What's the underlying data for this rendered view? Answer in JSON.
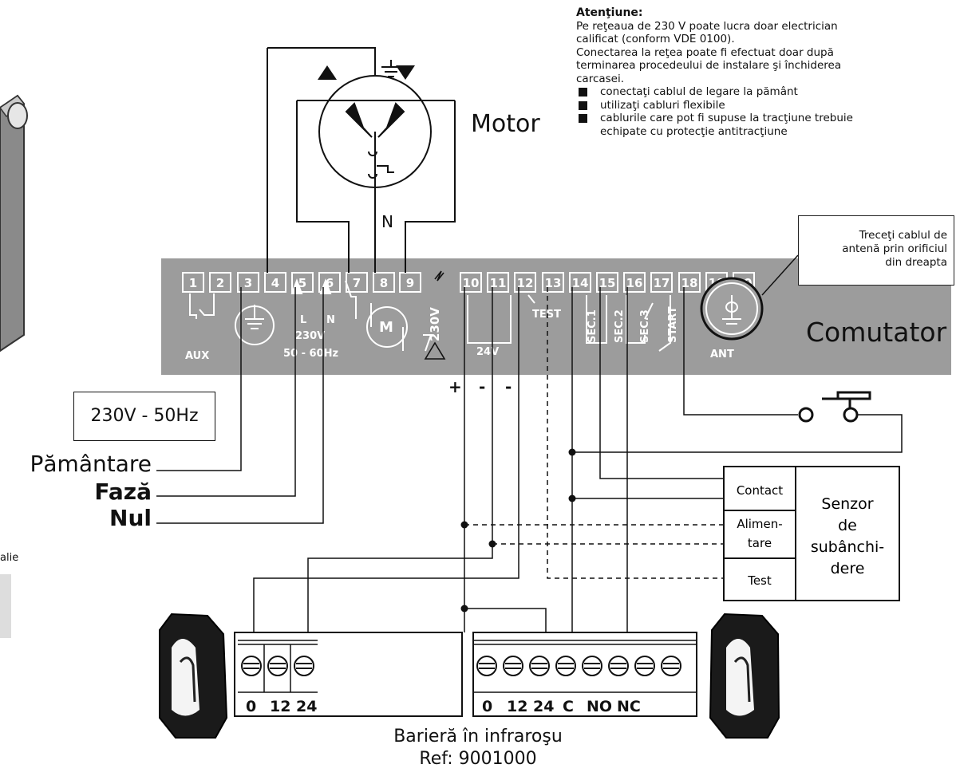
{
  "warning": {
    "title": "Atenţiune:",
    "lines": [
      "Pe reţeaua de 230 V poate lucra doar electrician",
      "calificat (conform VDE 0100).",
      "Conectarea la reţea poate fi efectuat doar după",
      "terminarea procedeului de instalare şi închiderea",
      "carcasei."
    ],
    "bullets": [
      "conectaţi cablul de legare la pământ",
      "utilizaţi cabluri flexibile",
      "cablurile care pot fi supuse la tracţiune trebuie",
      "echipate cu protecţie antitracţiune"
    ]
  },
  "antenna_note": [
    "Treceţi cablul de",
    "antenă prin orificiul",
    "din dreapta"
  ],
  "motor_label": "Motor",
  "switch_label": "Comutator",
  "motor_neutral": "N",
  "supply_box": "230V - 50Hz",
  "left_labels": [
    "Pământare",
    "Fază",
    "Nul"
  ],
  "side_fragment": "alie",
  "terminals": [
    "1",
    "2",
    "3",
    "4",
    "5",
    "6",
    "7",
    "8",
    "9",
    "10",
    "11",
    "12",
    "13",
    "14",
    "15",
    "16",
    "17",
    "18",
    "19",
    "20"
  ],
  "terminal_texts": {
    "aux": "AUX",
    "l": "L",
    "v230": "230V",
    "n": "N",
    "hz": "50 - 60Hz",
    "m": "M",
    "v230b": "230V",
    "v24": "24V",
    "test": "TEST",
    "sec1": "SEC.1",
    "sec2": "SEC.2",
    "sec3": "SEC.3",
    "start": "START",
    "ant": "ANT"
  },
  "polarity": [
    "+",
    "-",
    "-"
  ],
  "sensor": {
    "rows": [
      "Contact",
      "Alimen-",
      "tare",
      "Test"
    ],
    "title": [
      "Senzor",
      "de",
      "subânchi-",
      "dere"
    ]
  },
  "ir_left_labels": [
    "0",
    "12",
    "24"
  ],
  "ir_right_labels": [
    "0",
    "12",
    "24",
    "C",
    "NO",
    "NC"
  ],
  "footer": [
    "Barieră în infraroşu",
    "Ref: 9001000"
  ]
}
